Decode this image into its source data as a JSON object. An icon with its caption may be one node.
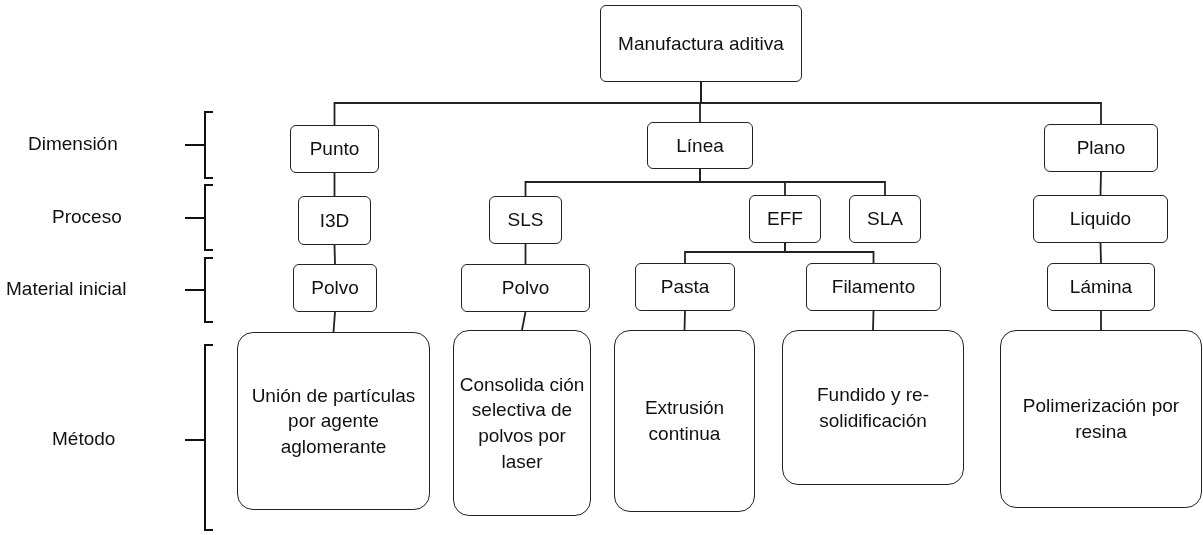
{
  "diagram": {
    "nodes": [
      {
        "text": [
          "Manufactura aditiva"
        ]
      },
      {
        "text": [
          "Punto"
        ]
      },
      {
        "text": [
          "Línea"
        ]
      },
      {
        "text": [
          "Plano"
        ]
      },
      {
        "text": [
          "I3D"
        ]
      },
      {
        "text": [
          "SLS"
        ]
      },
      {
        "text": [
          "EFF"
        ]
      },
      {
        "text": [
          "SLA"
        ]
      },
      {
        "text": [
          "Liquido"
        ]
      },
      {
        "text": [
          "Polvo"
        ]
      },
      {
        "text": [
          "Polvo"
        ]
      },
      {
        "text": [
          "Pasta"
        ]
      },
      {
        "text": [
          "Filamento"
        ]
      },
      {
        "text": [
          "Lámina"
        ]
      },
      {
        "text": [
          "Unión de partículas por agente aglomerante"
        ]
      },
      {
        "text": [
          "Consolida ción selectiva de polvos por laser"
        ]
      },
      {
        "text": [
          "Extrusión continua"
        ]
      },
      {
        "text": [
          "Fundido y re-solidificación"
        ]
      },
      {
        "text": [
          "Polimerización por resina"
        ]
      }
    ],
    "edges": [
      {
        "from": 0,
        "to": 1,
        "arrow": "none"
      },
      {
        "from": 0,
        "to": 2,
        "arrow": "none"
      },
      {
        "from": 0,
        "to": 3,
        "arrow": "none"
      },
      {
        "from": 1,
        "to": 4,
        "arrow": "none"
      },
      {
        "from": 2,
        "to": 5,
        "arrow": "none"
      },
      {
        "from": 2,
        "to": 6,
        "arrow": "none"
      },
      {
        "from": 2,
        "to": 7,
        "arrow": "none"
      },
      {
        "from": 3,
        "to": 8,
        "arrow": "none"
      },
      {
        "from": 4,
        "to": 9,
        "arrow": "none"
      },
      {
        "from": 5,
        "to": 10,
        "arrow": "none"
      },
      {
        "from": 6,
        "to": 11,
        "arrow": "none"
      },
      {
        "from": 6,
        "to": 12,
        "arrow": "none"
      },
      {
        "from": 8,
        "to": 13,
        "arrow": "none"
      },
      {
        "from": 9,
        "to": 14,
        "arrow": "none"
      },
      {
        "from": 10,
        "to": 15,
        "arrow": "none"
      },
      {
        "from": 11,
        "to": 16,
        "arrow": "none"
      },
      {
        "from": 12,
        "to": 17,
        "arrow": "none"
      },
      {
        "from": 13,
        "to": 18,
        "arrow": "none"
      }
    ],
    "labels": [
      "Dimensión",
      "Proceso",
      "Material inicial",
      "Método"
    ]
  }
}
